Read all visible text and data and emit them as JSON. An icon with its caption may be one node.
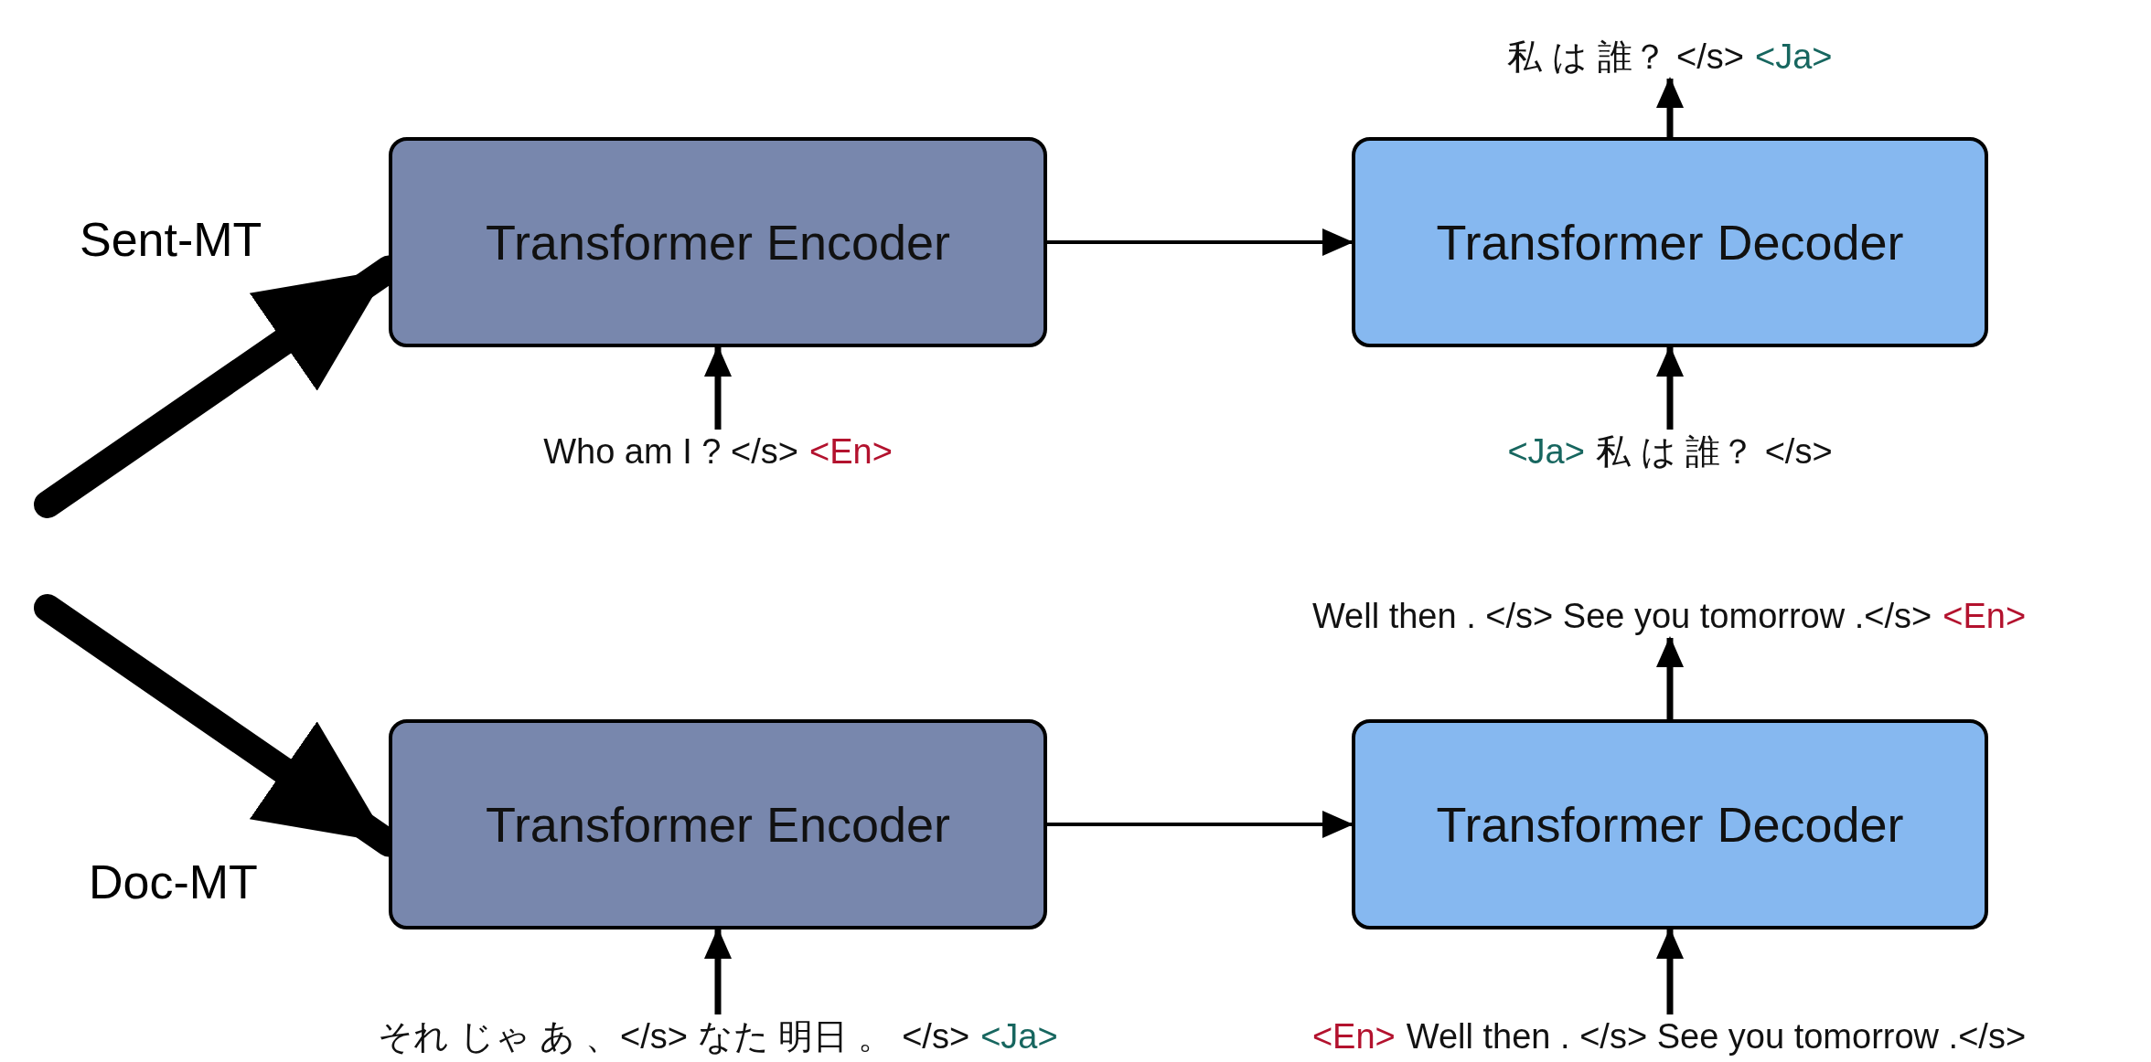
{
  "diagram": {
    "nodes": [
      {
        "text": [
          "Sent-MT"
        ]
      },
      {
        "text": [
          "Transformer Encoder"
        ]
      },
      {
        "text": [
          "Transformer Decoder"
        ]
      },
      {
        "text": [
          "私 は 誰？ </s>",
          "<Ja>"
        ]
      },
      {
        "text": [
          "Who am I ? </s>",
          "<En>"
        ]
      },
      {
        "text": [
          "<Ja>",
          "私 は 誰？ </s>"
        ]
      },
      {
        "text": [
          "Doc-MT"
        ]
      },
      {
        "text": [
          "Transformer Encoder"
        ]
      },
      {
        "text": [
          "Transformer Decoder"
        ]
      },
      {
        "text": [
          "Well then . </s> See you tomorrow .</s>",
          "<En>"
        ]
      },
      {
        "text": [
          "それ じゃ あ 、</s> なた 明日 。 </s>",
          "<Ja>"
        ]
      },
      {
        "text": [
          "<En>",
          "Well then . </s> See you tomorrow .</s>"
        ]
      }
    ],
    "edges": [
      {
        "from": 1,
        "to": 2,
        "arrow": "to"
      },
      {
        "from": 2,
        "to": 3,
        "arrow": "to"
      },
      {
        "from": 4,
        "to": 1,
        "arrow": "to"
      },
      {
        "from": 5,
        "to": 2,
        "arrow": "to"
      },
      {
        "from": null,
        "to": 1,
        "arrow": "to",
        "style": "thick"
      },
      {
        "from": 7,
        "to": 8,
        "arrow": "to"
      },
      {
        "from": 8,
        "to": 9,
        "arrow": "to"
      },
      {
        "from": 10,
        "to": 7,
        "arrow": "to"
      },
      {
        "from": 11,
        "to": 8,
        "arrow": "to"
      },
      {
        "from": null,
        "to": 7,
        "arrow": "to",
        "style": "thick"
      }
    ]
  }
}
